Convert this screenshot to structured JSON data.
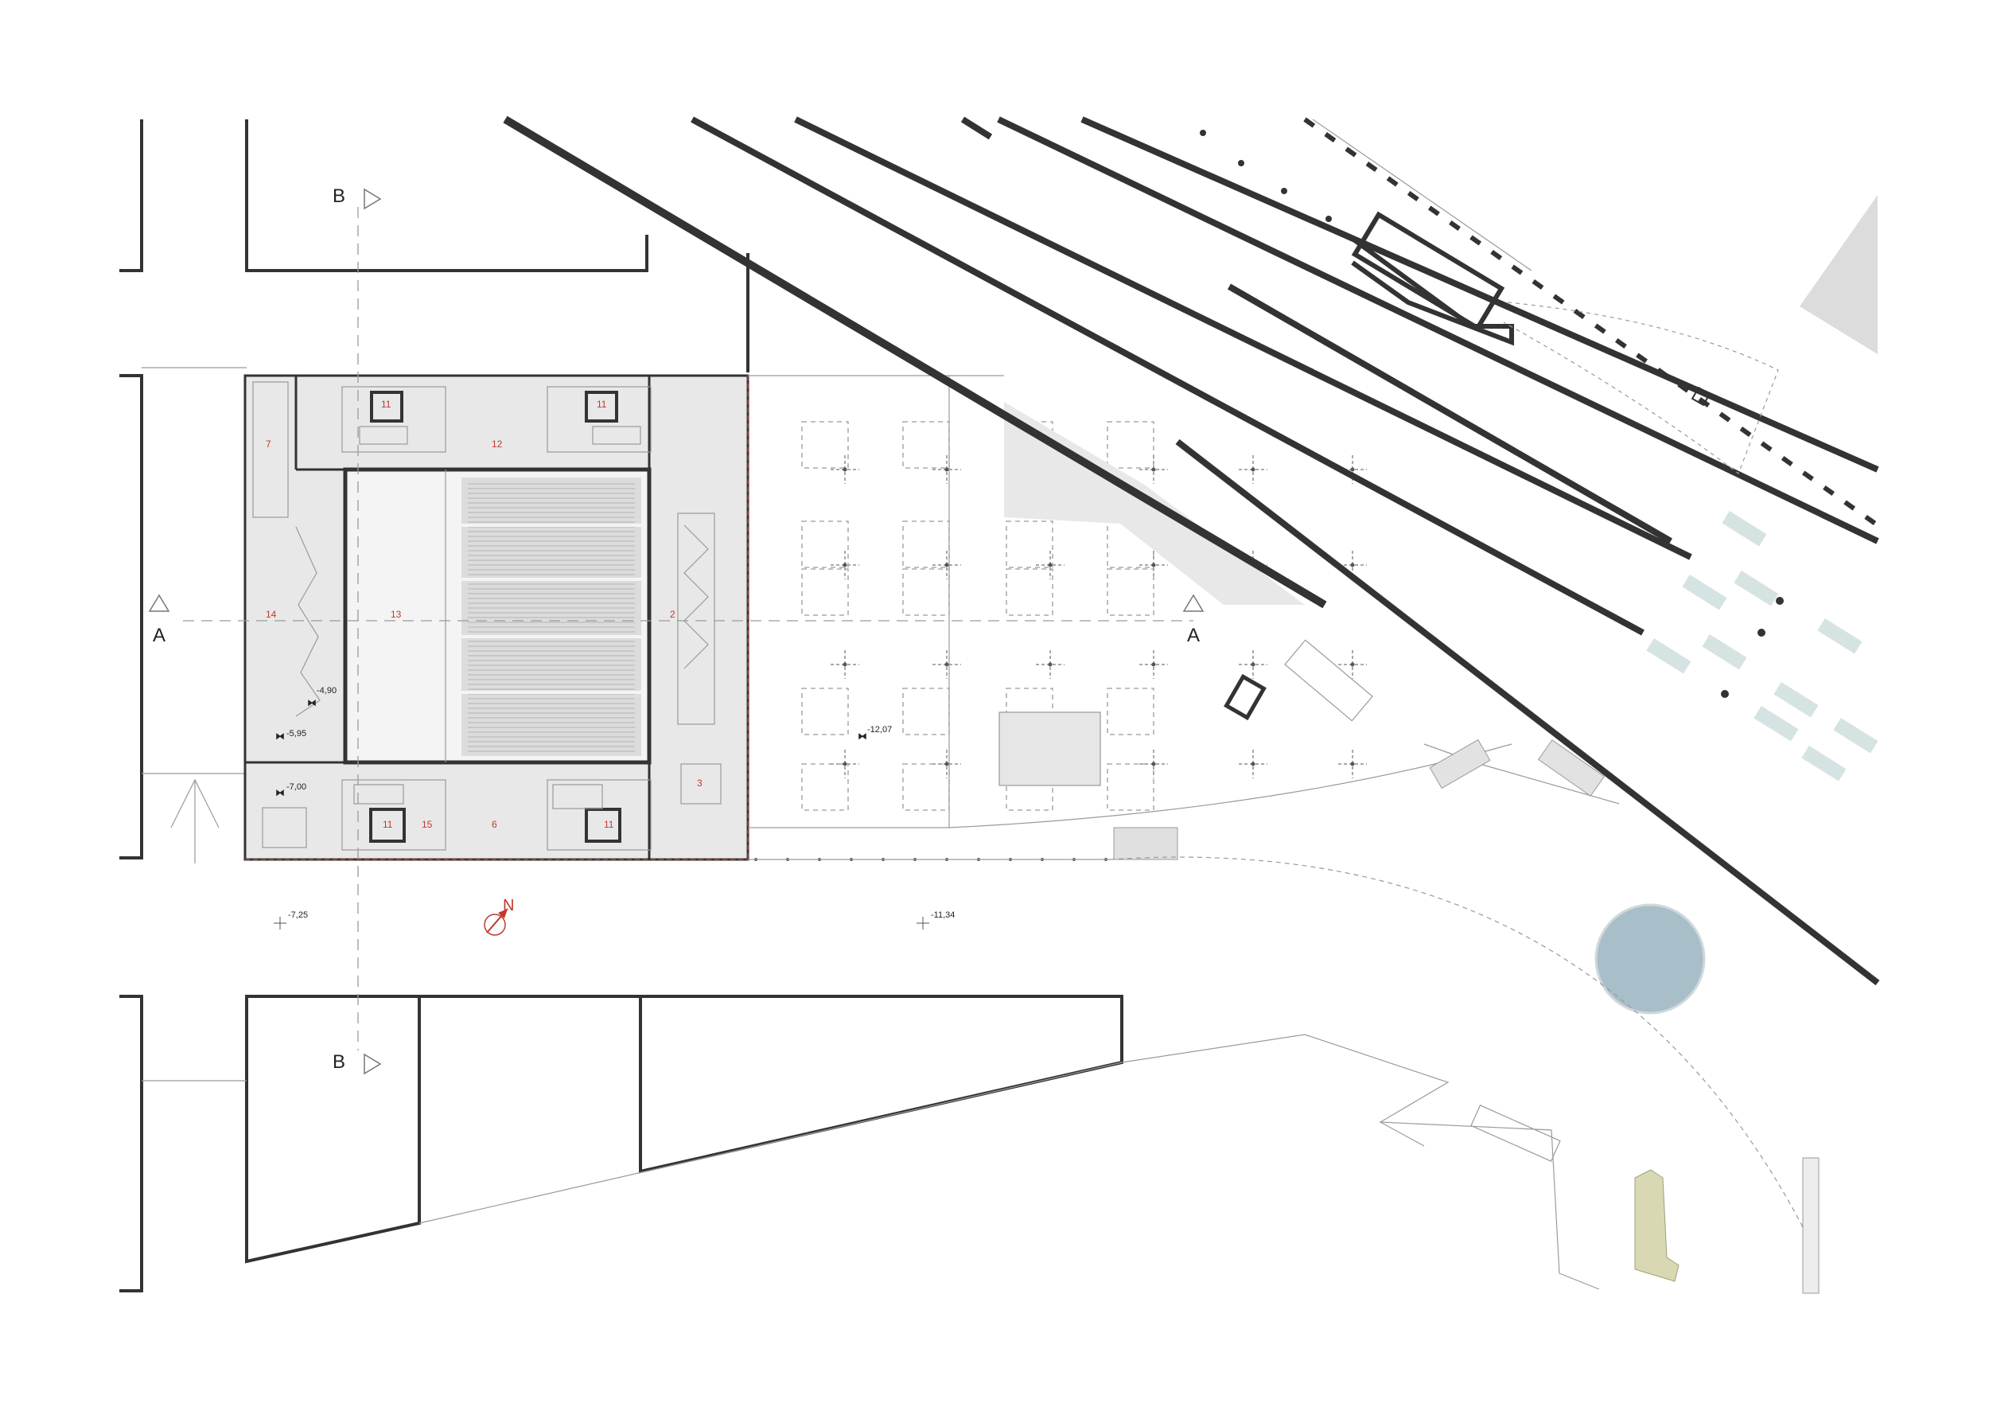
{
  "colors": {
    "wall": "#333333",
    "floor_fill": "#e8e8e8",
    "room_number": "#c0392b",
    "north_arrow": "#c0392b",
    "fountain": "#a8bec8",
    "sculpture": "#d8d8b2",
    "platform_glass": "#d6e3e3"
  },
  "section_marks": {
    "a_left": "A",
    "a_right": "A",
    "b_top": "B",
    "b_bottom": "B"
  },
  "north": {
    "label": "N"
  },
  "rooms": {
    "r2": "2",
    "r3": "3",
    "r6": "6",
    "r7": "7",
    "r11a": "11",
    "r11b": "11",
    "r11c": "11",
    "r11d": "11",
    "r12": "12",
    "r13": "13",
    "r14": "14",
    "r15": "15"
  },
  "levels": {
    "l_490": "-4,90",
    "l_595": "-5,95",
    "l_700": "-7,00",
    "l_725": "-7,25",
    "l_1134": "-11,34",
    "l_1207": "-12,07"
  },
  "icons": {
    "north": "north-arrow-icon",
    "section_marker": "triangle-marker-icon",
    "level_marker": "level-marker-icon",
    "survey_cross": "crosshair-icon"
  }
}
